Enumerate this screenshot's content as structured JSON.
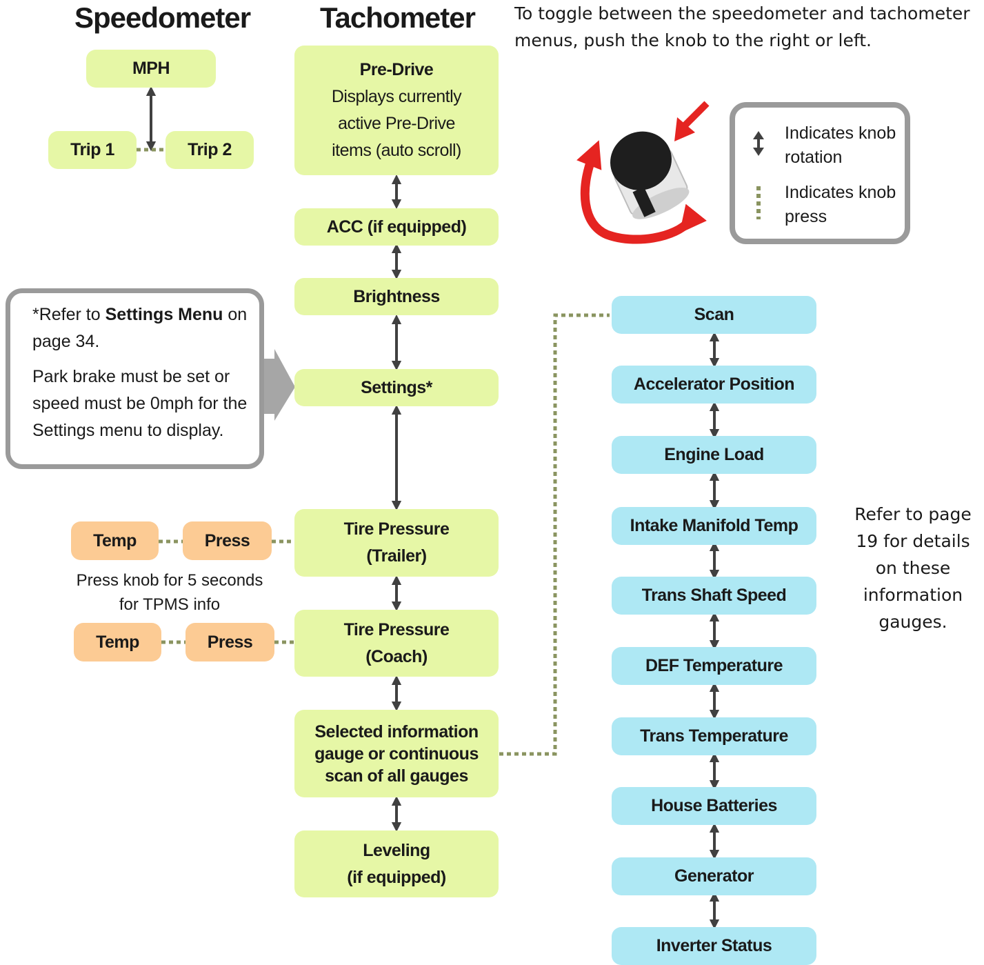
{
  "headings": {
    "speedometer": "Speedometer",
    "tachometer": "Tachometer"
  },
  "intro": {
    "line1": "To toggle between the speedometer and tachometer",
    "line2": "menus, push the knob to the right or left."
  },
  "speedometer": {
    "mph": "MPH",
    "trip1": "Trip 1",
    "trip2": "Trip 2"
  },
  "tachometer": {
    "predrive": {
      "title": "Pre-Drive",
      "line1": "Displays currently",
      "line2": "active Pre-Drive",
      "line3": "items (auto scroll)"
    },
    "acc": "ACC (if equipped)",
    "brightness": "Brightness",
    "settings": "Settings*",
    "tire_trailer": {
      "line1": "Tire Pressure",
      "line2": "(Trailer)"
    },
    "tire_coach": {
      "line1": "Tire Pressure",
      "line2": "(Coach)"
    },
    "selected": {
      "line1": "Selected information",
      "line2": "gauge or continuous",
      "line3": "scan of all gauges"
    },
    "leveling": {
      "line1": "Leveling",
      "line2": "(if equipped)"
    }
  },
  "tpms": {
    "temp": "Temp",
    "press": "Press",
    "note_line1": "Press knob for 5 seconds",
    "note_line2": "for TPMS info"
  },
  "settings_note": {
    "prefix": "*Refer to ",
    "bold": "Settings Menu",
    "suffix": " on",
    "line2": "page 34.",
    "p2_line1": "Park brake must be set or",
    "p2_line2": "speed must be 0mph for the",
    "p2_line3": "Settings menu to display."
  },
  "legend": {
    "rotation_line1": "Indicates knob",
    "rotation_line2": "rotation",
    "press_line1": "Indicates knob",
    "press_line2": "press"
  },
  "gauges": [
    "Scan",
    "Accelerator Position",
    "Engine Load",
    "Intake Manifold Temp",
    "Trans Shaft Speed",
    "DEF Temperature",
    "Trans Temperature",
    "House Batteries",
    "Generator",
    "Inverter Status"
  ],
  "gauges_note": {
    "line1": "Refer to page",
    "line2": "19 for details",
    "line3": "on these",
    "line4": "information",
    "line5": "gauges."
  },
  "colors": {
    "green": "#e6f7a6",
    "blue": "#aee8f4",
    "orange": "#fccb94",
    "gray": "#9a9a9a",
    "dotted": "#8a9460",
    "arrow": "#404040",
    "red": "#e52421"
  },
  "icons": {
    "knob": "knob-icon",
    "rotation": "double-arrow-icon",
    "press": "dotted-line-icon"
  }
}
